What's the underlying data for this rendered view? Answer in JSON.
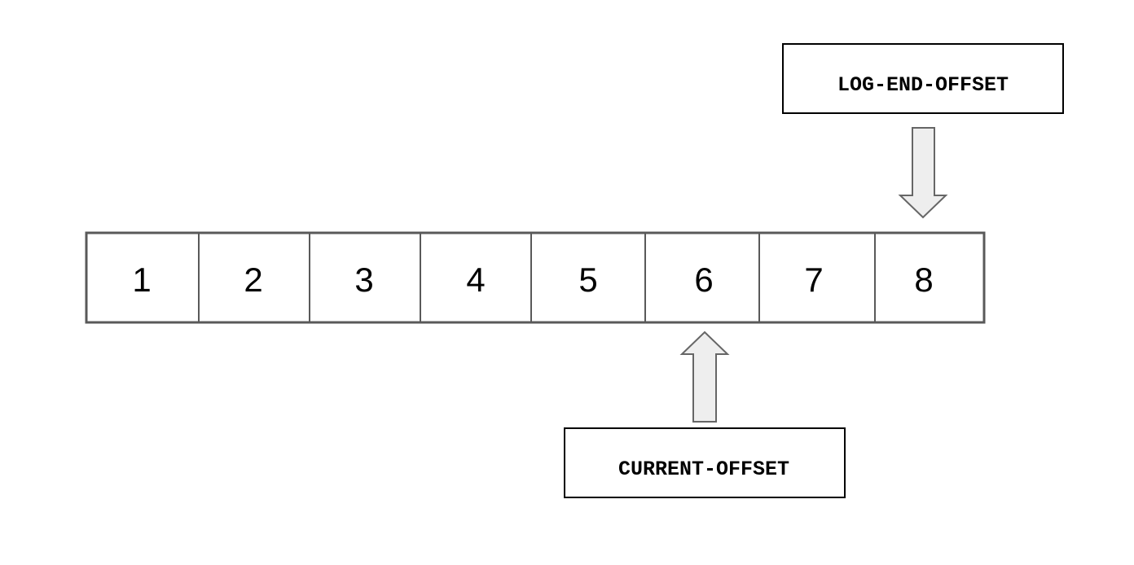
{
  "offsets": [
    "1",
    "2",
    "3",
    "4",
    "5",
    "6",
    "7",
    "8"
  ],
  "log_end_offset": {
    "label": "LOG-END-OFFSET",
    "points_to": "8"
  },
  "current_offset": {
    "label": "CURRENT-OFFSET",
    "points_to": "6"
  },
  "colors": {
    "border": "#595959",
    "arrow_fill": "#eeeeee",
    "arrow_stroke": "#666666",
    "label_border": "#000000",
    "background": "#ffffff"
  }
}
